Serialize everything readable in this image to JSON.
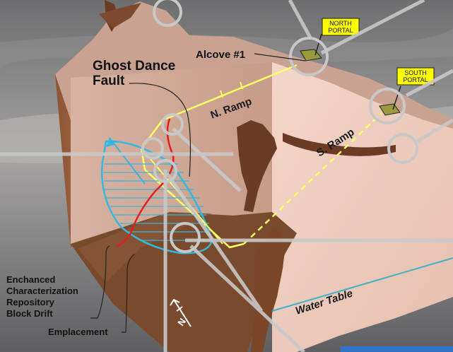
{
  "labels": {
    "fault_line1": "Ghost Dance",
    "fault_line2": "Fault",
    "alcove": "Alcove #1",
    "north_portal_line1": "NORTH",
    "north_portal_line2": "PORTAL",
    "south_portal_line1": "SOUTH",
    "south_portal_line2": "PORTAL",
    "n_ramp": "N. Ramp",
    "s_ramp": "S. Ramp",
    "water_table": "Water Table",
    "ecrb_line1": "Enchanced",
    "ecrb_line2": "Characterization",
    "ecrb_line3": "Repository",
    "ecrb_line4": "Block Drift",
    "emplacement": "Emplacement",
    "north_arrow": "N"
  },
  "colors": {
    "sky": "#7f7f80",
    "terrain_top": "#d4b2a4",
    "block_front": "#f0cfc2",
    "block_left": "#a26a4a",
    "floor": "#7a4a2c",
    "ramp": "#ffff66",
    "fault": "#e02020",
    "emplacement": "#35b7df",
    "callout_ring": "#c8c8c8",
    "portal_sign": "#ffff00"
  }
}
